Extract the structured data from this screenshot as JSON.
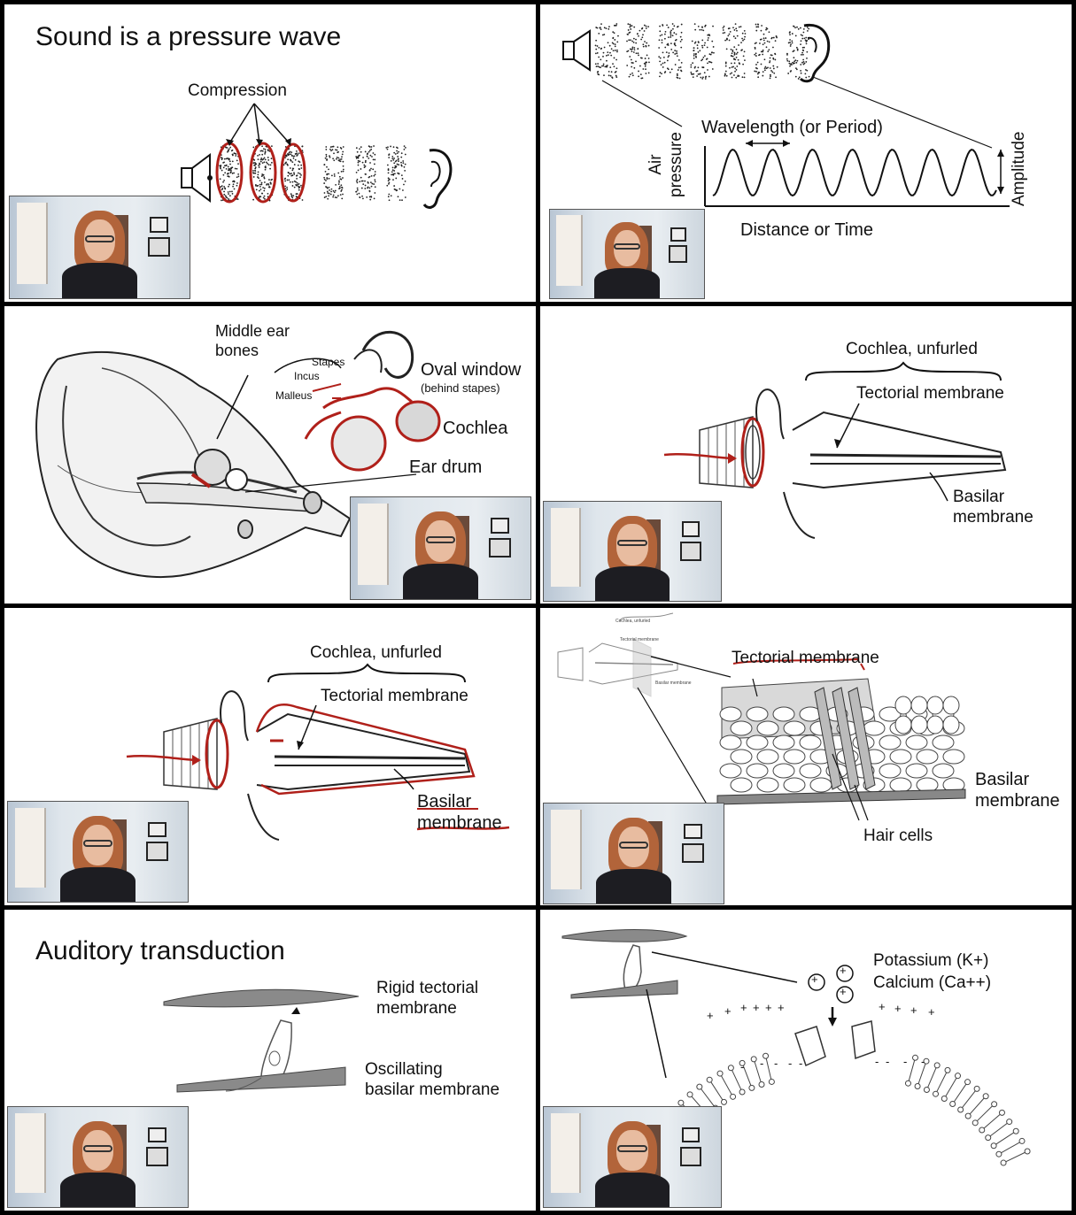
{
  "panels": {
    "p1": {
      "title": "Sound is a pressure wave",
      "compression": "Compression"
    },
    "p2": {
      "wavelength": "Wavelength (or Period)",
      "air_pressure": "Air\npressure",
      "amplitude": "Amplitude",
      "distance_time": "Distance or Time"
    },
    "p3": {
      "middle_ear_bones": "Middle ear\nbones",
      "stapes": "Stapes",
      "incus": "Incus",
      "malleus": "Malleus",
      "oval_window": "Oval window",
      "behind_stapes": "(behind stapes)",
      "cochlea": "Cochlea",
      "ear_drum": "Ear drum"
    },
    "p4": {
      "cochlea_unfurled": "Cochlea, unfurled",
      "tectorial": "Tectorial membrane",
      "basilar": "Basilar\nmembrane"
    },
    "p5": {
      "cochlea_unfurled": "Cochlea, unfurled",
      "tectorial": "Tectorial membrane",
      "basilar_1": "Basilar",
      "basilar_2": "membrane"
    },
    "p6": {
      "thumb_cochlea": "Cochlea, unfurled",
      "thumb_tectorial": "Tectorial membrane",
      "thumb_basilar": "Basilar membrane",
      "tectorial": "Tectorial membrane",
      "basilar": "Basilar\nmembrane",
      "hair_cells": "Hair cells"
    },
    "p7": {
      "title": "Auditory transduction",
      "rigid": "Rigid tectorial\nmembrane",
      "oscillating": "Oscillating\nbasilar membrane"
    },
    "p8": {
      "potassium": "Potassium (K+)",
      "calcium": "Calcium (Ca++)",
      "plus": "+",
      "minus": "-"
    }
  },
  "colors": {
    "annotation_red": "#b0201a",
    "divider": "#000000",
    "background": "#ffffff"
  }
}
